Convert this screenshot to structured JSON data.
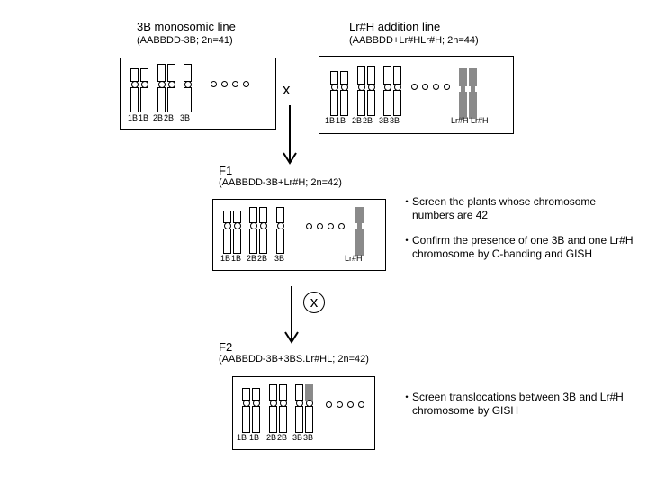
{
  "parent1": {
    "title": "3B monosomic line",
    "genome": "(AABBDD-3B; 2n=41)",
    "labels": [
      "1B",
      "1B",
      "2B",
      "2B",
      "3B"
    ]
  },
  "parent2": {
    "title": "Lr#H addition line",
    "genome": "(AABBDD+Lr#HLr#H; 2n=44)",
    "labels": [
      "1B",
      "1B",
      "2B",
      "2B",
      "3B",
      "3B"
    ],
    "alien_labels": [
      "Lr#H",
      "Lr#H"
    ]
  },
  "cross_symbol": "x",
  "selfing_symbol": "x",
  "f1": {
    "title": "F1",
    "genome": "(AABBDD-3B+Lr#H; 2n=42)",
    "labels": [
      "1B",
      "1B",
      "2B",
      "2B",
      "3B"
    ],
    "alien_label": "Lr#H",
    "notes": [
      "Screen the plants whose chromosome numbers are 42",
      "Confirm the presence of one 3B and one Lr#H chromosome by C-banding and GISH"
    ]
  },
  "f2": {
    "title": "F2",
    "genome": "(AABBDD-3B+3BS.Lr#HL; 2n=42)",
    "labels": [
      "1B",
      "1B",
      "2B",
      "2B",
      "3B",
      "3B"
    ],
    "notes": [
      "Screen translocations between 3B and Lr#H chromosome by GISH"
    ]
  },
  "bullet": "・",
  "colors": {
    "alien": "#8a8a8a",
    "line": "#000000"
  }
}
